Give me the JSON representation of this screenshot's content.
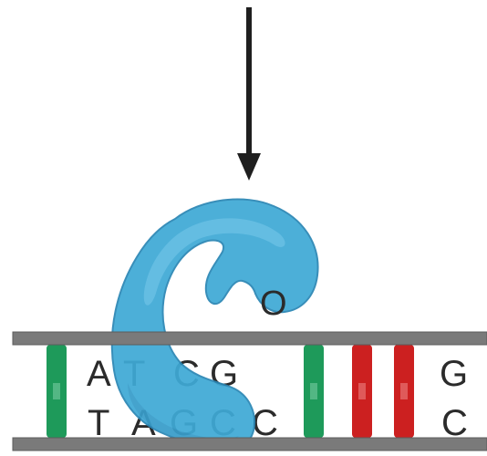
{
  "colors": {
    "background": "#ffffff",
    "backbone": "#7a7a7a",
    "backbone_edge": "#5c5c5c",
    "arrow": "#1f1f1f",
    "green_pair": "#1e9a5a",
    "red_pair": "#cc2020",
    "enzyme_fill": "#3fa9d6",
    "enzyme_highlight": "#6fc7ea",
    "enzyme_shadow": "#2a86b4",
    "letters": "#2b2b2b"
  },
  "strands": {
    "top_letters": [
      "A",
      "T",
      "C",
      "G",
      "G"
    ],
    "bottom_letters": [
      "T",
      "A",
      "G",
      "C",
      "C",
      "C"
    ]
  },
  "bound_group": {
    "label": "O"
  },
  "base_pairs": [
    {
      "color": "green"
    },
    {
      "color": "green"
    },
    {
      "color": "red"
    },
    {
      "color": "red"
    }
  ],
  "icons": {
    "arrow": "down-arrow-icon",
    "enzyme": "enzyme-blob"
  }
}
